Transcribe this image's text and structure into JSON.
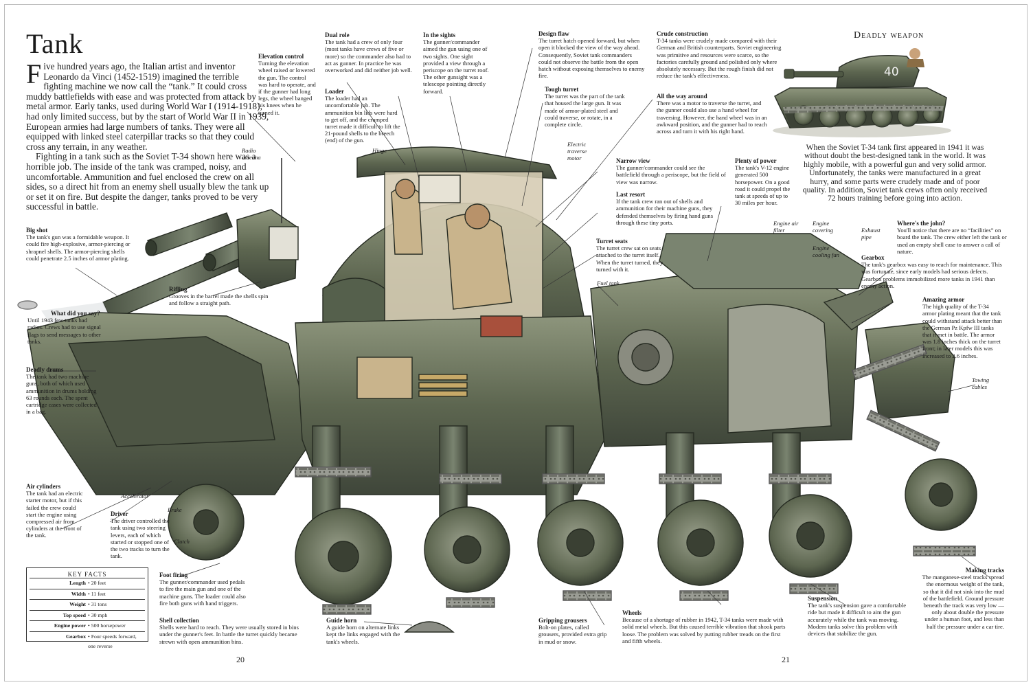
{
  "title": "Tank",
  "intro": {
    "drop_letter": "F",
    "p1": "ive hundred years ago, the Italian artist and inventor Leonardo da Vinci (1452-1519) imagined the terrible fighting machine we now call the “tank.” It could cross muddy battlefields with ease and was protected from attack by metal armor. Early tanks, used during World War I (1914-1918), had only limited success, but by the start of World War II in 1939, European armies had large numbers of tanks. They were all equipped with linked steel caterpillar tracks so that they could cross any terrain, in any weather.",
    "p2": "Fighting in a tank such as the Soviet T-34 shown here was a horrible job. The inside of the tank was cramped, noisy, and uncomfortable. Ammunition and fuel enclosed the crew on all sides, so a direct hit from an enemy shell usually blew the tank up or set it on fire. But despite the danger, tanks proved to be very successful in battle."
  },
  "notes": {
    "big_shot": {
      "h": "Big shot",
      "t": "The tank's gun was a formidable weapon. It could fire high-explosive, armor-piercing or shrapnel shells. The armor-piercing shells could penetrate 2.5 inches of armor plating."
    },
    "elevation": {
      "h": "Elevation control",
      "t": "Turning the elevation wheel raised or lowered the gun. The control was hard to operate, and if the gunner had long legs, the wheel banged his knees when he turned it."
    },
    "dual_role": {
      "h": "Dual role",
      "t": "The tank had a crew of only four (most tanks have crews of five or more) so the commander also had to act as gunner. In practice he was overworked and did neither job well."
    },
    "loader": {
      "h": "Loader",
      "t": "The loader had an uncomfortable job. The ammunition bin lids were hard to get off, and the cramped turret made it difficult to lift the 21-pound shells to the breech (end) of the gun."
    },
    "sights": {
      "h": "In the sights",
      "t": "The gunner/commander aimed the gun using one of two sights. One sight provided a view through a periscope on the turret roof. The other gunsight was a telescope pointing directly forward."
    },
    "design_flaw": {
      "h": "Design flaw",
      "t": "The turret hatch opened forward, but when open it blocked the view of the way ahead. Consequently, Soviet tank commanders could not observe the battle from the open hatch without exposing themselves to enemy fire."
    },
    "crude": {
      "h": "Crude construction",
      "t": "T-34 tanks were crudely made compared with their German and British counterparts. Soviet engineering was primitive and resources were scarce, so the factories carefully ground and polished only where absolutely necessary. But the rough finish did not reduce the tank's effectiveness."
    },
    "tough_turret": {
      "h": "Tough turret",
      "t": "The turret was the part of the tank that housed the large gun. It was made of armor-plated steel and could traverse, or rotate, in a complete circle."
    },
    "all_way": {
      "h": "All the way around",
      "t": "There was a motor to traverse the turret, and the gunner could also use a hand wheel for traversing. However, the hand wheel was in an awkward position, and the gunner had to reach across and turn it with his right hand."
    },
    "narrow": {
      "h": "Narrow view",
      "t": "The gunner/commander could see the battlefield through a periscope, but the field of view was narrow."
    },
    "plenty": {
      "h": "Plenty of power",
      "t": "The tank's V-12 engine generated 500 horsepower. On a good road it could propel the tank at speeds of up to 30 miles per hour."
    },
    "last_resort": {
      "h": "Last resort",
      "t": "If the tank crew ran out of shells and ammunition for their machine guns, they defended themselves by firing hand guns through these tiny ports."
    },
    "turret_seats": {
      "h": "Turret seats",
      "t": "The turret crew sat on seats attached to the turret itself. When the turret turned, they turned with it."
    },
    "rifling": {
      "h": "Rifling",
      "t": "Grooves in the barrel made the shells spin and follow a straight path."
    },
    "what_say": {
      "h": "What did you say?",
      "t": "Until 1943 few tanks had radios. Crews had to use signal flags to send messages to other tanks."
    },
    "drums": {
      "h": "Deadly drums",
      "t": "The tank had two machine guns, both of which used ammunition in drums holding 63 rounds each. The spent cartridge cases were collected in a bag."
    },
    "air": {
      "h": "Air cylinders",
      "t": "The tank had an electric starter motor, but if this failed the crew could start the engine using compressed air from cylinders at the front of the tank."
    },
    "driver": {
      "h": "Driver",
      "t": "The driver controlled the tank using two steering levers, each of which started or stopped one of the two tracks to turn the tank."
    },
    "foot": {
      "h": "Foot firing",
      "t": "The gunner/commander used pedals to fire the main gun and one of the machine guns. The loader could also fire both guns with hand triggers."
    },
    "shell": {
      "h": "Shell collection",
      "t": "Shells were hard to reach. They were usually stored in bins under the gunner's feet. In battle the turret quickly became strewn with open ammunition bins."
    },
    "guide": {
      "h": "Guide horn",
      "t": "A guide horn on alternate links kept the links engaged with the tank's wheels."
    },
    "gripping": {
      "h": "Gripping grousers",
      "t": "Bolt-on plates, called grousers, provided extra grip in mud or snow."
    },
    "wheels": {
      "h": "Wheels",
      "t": "Because of a shortage of rubber in 1942, T-34 tanks were made with solid metal wheels. But this caused terrible vibration that shook parts loose. The problem was solved by putting rubber treads on the first and fifth wheels."
    },
    "suspension": {
      "h": "Suspension",
      "t": "The tank's suspension gave a comfortable ride but made it difficult to aim the gun accurately while the tank was moving. Modern tanks solve this problem with devices that stabilize the gun."
    },
    "john": {
      "h": "Where's the john?",
      "t": "You'll notice that there are no “facilities” on board the tank. The crew either left the tank or used an empty shell case to answer a call of nature."
    },
    "gearbox": {
      "h": "Gearbox",
      "t": "The tank's gearbox was easy to reach for maintenance. This was fortunate, since early models had serious defects. Gearbox problems immobilized more tanks in 1941 than enemy action."
    },
    "armor": {
      "h": "Amazing armor",
      "t": "The high quality of the T-34 armor plating meant that the tank could withstand attack better than the German Pz Kpfw III tanks that it met in battle. The armor was 1.8 inches thick on the turret front; in later models this was increased to 2.6 inches."
    },
    "tracks": {
      "h": "Making tracks",
      "t": "The manganese-steel tracks spread the enormous weight of the tank, so that it did not sink into the mud of the battlefield. Ground pressure beneath the track was very low — only about double the pressure under a human foot, and less than half the pressure under a car tire."
    }
  },
  "labels": {
    "radio": "Radio antenna",
    "hinge": "Hinge",
    "electric_motor": "Electric traverse motor",
    "fuel_tank": "Fuel tank",
    "engine_air": "Engine air filter",
    "engine_cover": "Engine covering",
    "engine_fan": "Engine cooling fan",
    "exhaust": "Exhaust pipe",
    "towing": "Towing cables",
    "accelerator": "Accelerator",
    "brake": "Brake",
    "clutch": "Clutch"
  },
  "deadly": {
    "title": "Deadly weapon",
    "turret_number": "40",
    "text": "When the Soviet T-34 tank first appeared in 1941 it was without doubt the best-designed tank in the world. It was highly mobile, with a powerful gun and very solid armor. Unfortunately, the tanks were manufactured in a great hurry, and some parts were crudely made and of poor quality. In addition, Soviet tank crews often only received 72 hours training before going into action."
  },
  "key_facts": {
    "title": "KEY FACTS",
    "rows": [
      {
        "k": "Length",
        "v": "20 feet"
      },
      {
        "k": "Width",
        "v": "11 feet"
      },
      {
        "k": "Weight",
        "v": "31 tons"
      },
      {
        "k": "Top speed",
        "v": "30 mph"
      },
      {
        "k": "Engine power",
        "v": "500 horsepower"
      },
      {
        "k": "Gearbox",
        "v": "Four speeds forward, one reverse"
      }
    ]
  },
  "pages": {
    "left": "20",
    "right": "21"
  },
  "colors": {
    "armor": "#5d6650",
    "armor_dark": "#3f463a",
    "armor_light": "#8d957c",
    "track": "#8a8c84",
    "uniform": "#c9b48c"
  }
}
